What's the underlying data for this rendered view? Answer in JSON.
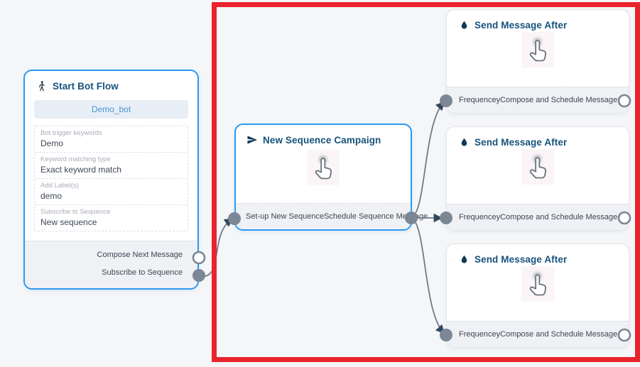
{
  "canvas": {
    "background_color": "#f5f6f8",
    "edge_color": "#6e7b89",
    "port_color": "#7b8794",
    "arrow_color": "#33475b",
    "selected_border_color": "#2b99f2",
    "highlight_box_color": "#e9242d",
    "title_color": "#16527c"
  },
  "nodes": {
    "start_bot_flow": {
      "icon": "walking-person-icon",
      "title": "Start Bot Flow",
      "button_label": "Demo_bot",
      "fields": [
        {
          "label": "Bot trigger keywords",
          "value": "Demo"
        },
        {
          "label": "Keyword matching type",
          "value": "Exact keyword match"
        },
        {
          "label": "Add Label(s)",
          "value": "demo"
        },
        {
          "label": "Subscribe to Sequence",
          "value": "New sequence"
        }
      ],
      "outputs": [
        {
          "label": "Compose Next Message",
          "port_style": "hollow"
        },
        {
          "label": "Subscribe to Sequence",
          "port_style": "filled"
        }
      ]
    },
    "new_sequence_campaign": {
      "icon": "send-icon",
      "title": "New Sequence Campaign",
      "body_icon": "tap-cursor-icon",
      "input_label": "Set-up New Sequence",
      "output_label": "Schedule Sequence Message"
    },
    "send_message_after": [
      {
        "icon": "droplet-icon",
        "title": "Send Message After",
        "body_icon": "tap-cursor-icon",
        "input_label": "Frequencey",
        "output_label": "Compose and Schedule Message"
      },
      {
        "icon": "droplet-icon",
        "title": "Send Message After",
        "body_icon": "tap-cursor-icon",
        "input_label": "Frequencey",
        "output_label": "Compose and Schedule Message"
      },
      {
        "icon": "droplet-icon",
        "title": "Send Message After",
        "body_icon": "tap-cursor-icon",
        "input_label": "Frequencey",
        "output_label": "Compose and Schedule Message"
      }
    ]
  }
}
